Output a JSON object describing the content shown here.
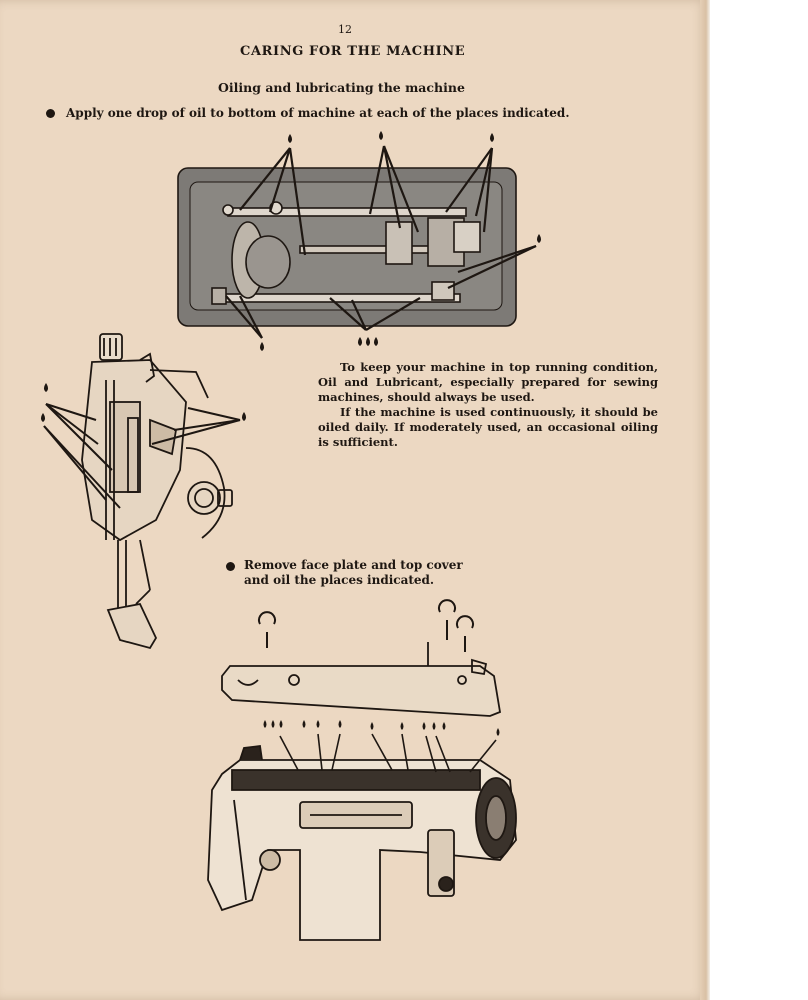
{
  "page": {
    "number": "12",
    "title": "CARING FOR THE MACHINE",
    "section_heading": "Oiling and lubricating the machine",
    "bullet_1": "Apply one drop of oil to bottom of machine at each of the places indicated.",
    "paragraph_1": "To keep your machine in top running condition, Oil and Lubricant, especially prepared for sewing machines, should always be used.",
    "paragraph_2": "If the machine is used continuously, it should be oiled daily. If moderately used, an occasional oiling is sufficient.",
    "bullet_2": "Remove face plate and top cover and oil the places indicated."
  },
  "colors": {
    "paper": "#ecd8c2",
    "ink": "#1e1712",
    "underside_plate": "#7d7a76"
  },
  "icons": [
    "bullet-dot-icon",
    "oil-drop-icon",
    "screw-icon"
  ]
}
